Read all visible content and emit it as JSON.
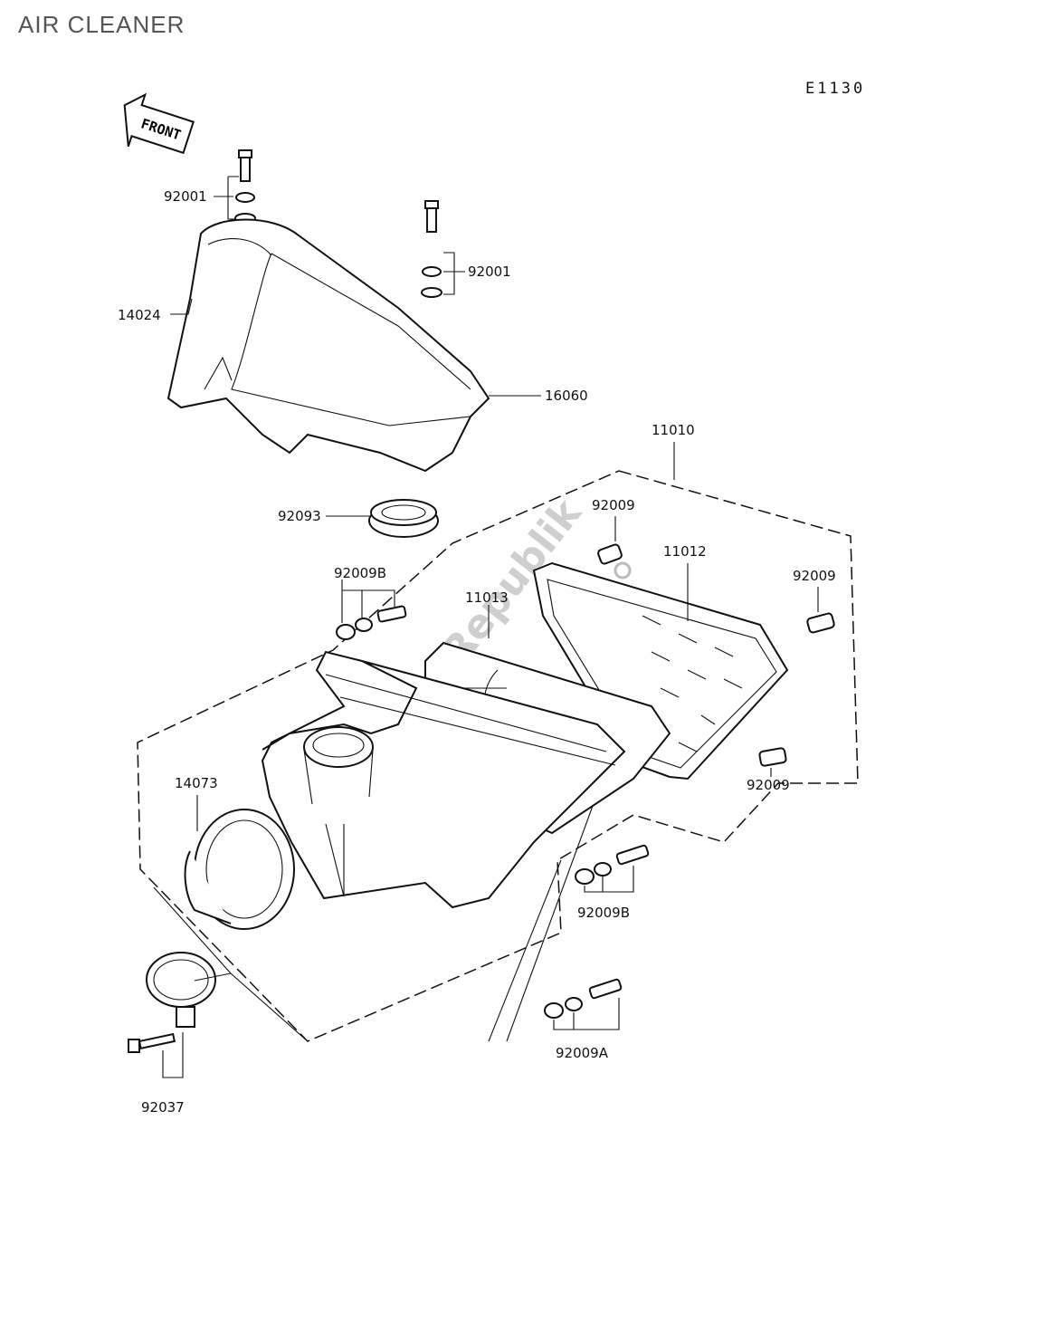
{
  "title": "AIR CLEANER",
  "diagram_code": "E1130",
  "front_arrow": "FRONT",
  "watermark": "PartsRepublik",
  "labels": {
    "p92001_top": "92001",
    "p92001_right": "92001",
    "p14024": "14024",
    "p16060": "16060",
    "p11010": "11010",
    "p92093": "92093",
    "p92009_top": "92009",
    "p11012": "11012",
    "p92009_right": "92009",
    "p92009B_left": "92009B",
    "p11013": "11013",
    "p14073": "14073",
    "p92009_lower": "92009",
    "p92009B_right": "92009B",
    "p92009A": "92009A",
    "p92037": "92037"
  }
}
